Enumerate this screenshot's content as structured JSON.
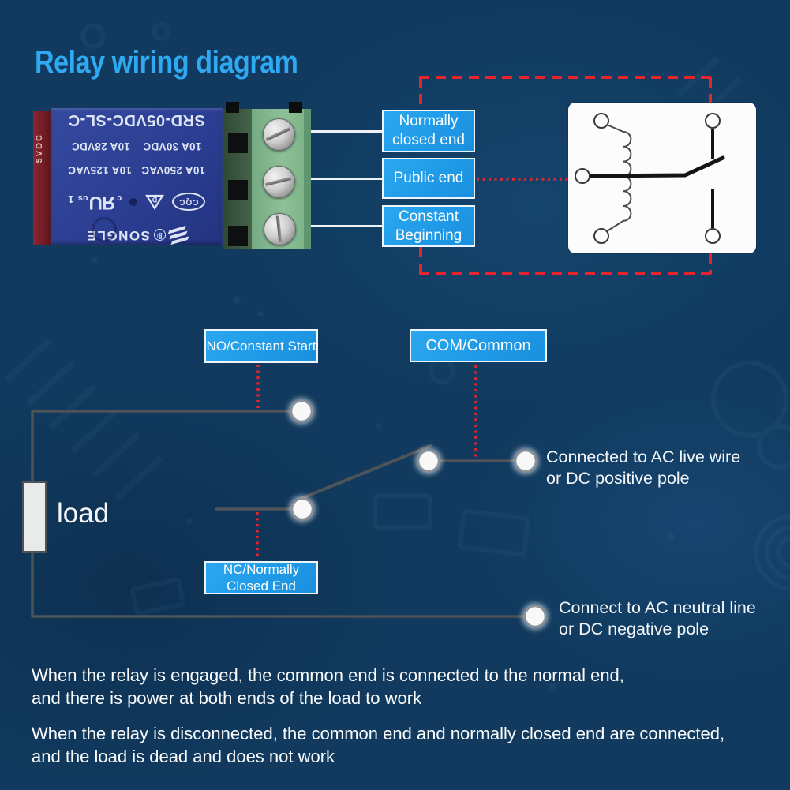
{
  "title": "Relay wiring diagram",
  "colors": {
    "background": "#113a5e",
    "accent_blue": "#2fa9f1",
    "label_blue": "#1f99e6",
    "dashed_red": "#e5242b",
    "wire_gray": "#4d5358",
    "relay_body_blue": "#2b3e92",
    "terminal_green": "#8dc097"
  },
  "relay_module": {
    "brand": "SONGLE",
    "reg_mark": "®",
    "model": "SRD-05VDC-SL-C",
    "rating_ac": "10A 250VAC   10A 125VAC",
    "rating_dc": "10A 30VDC    10A 28VDC",
    "side_text": "5VDC",
    "marks": {
      "cqc": "CQC",
      "vde_letter": "D",
      "ul_c": "c",
      "ul": "ЯU",
      "ul_us": "us",
      "ul_1": "1"
    }
  },
  "terminal_labels": {
    "normally_closed": {
      "line1": "Normally",
      "line2": "closed end"
    },
    "public": {
      "line1": "Public end"
    },
    "constant_beginning": {
      "line1": "Constant",
      "line2": "Beginning"
    }
  },
  "circuit": {
    "no_label": "NO/Constant Start",
    "com_label": "COM/Common",
    "nc_label_line1": "NC/Normally",
    "nc_label_line2": "Closed End",
    "load_label": "load",
    "live_line1": "Connected to AC live wire",
    "live_line2": "or DC positive pole",
    "neutral_line1": "Connect to AC neutral line",
    "neutral_line2": "or DC negative pole"
  },
  "notes": {
    "engaged_line1": "When the relay is engaged, the common end is connected to the normal end,",
    "engaged_line2": "and there is power at both ends of the load to work",
    "disconnected_line1": "When the relay is disconnected, the common end and normally closed end are connected,",
    "disconnected_line2": "and the load is dead and does not work"
  }
}
